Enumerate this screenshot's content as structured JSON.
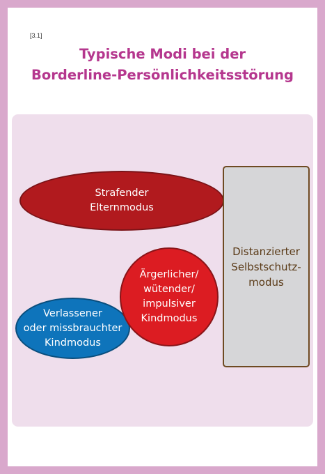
{
  "figure": {
    "number": "[3.1]",
    "title": "Typische Modi bei der\nBorderline-Persönlichkeitsstörung"
  },
  "modes": {
    "strafend": "Strafender\nElternmodus",
    "aerger": "Ärgerlicher/\nwütender/\nimpulsiver\nKindmodus",
    "verlassen": "Verlassener\noder missbrauchter\nKindmodus",
    "distanz": "Distanzierter\nSelbstschutz-\nmodus"
  },
  "colors": {
    "title": "#b5378e",
    "frame": "#d9a8cc",
    "panel": "#efdeec",
    "strafend": "#b11a1e",
    "aerger": "#dc1c22",
    "verlassen": "#0e74bb",
    "distanz": "#d6d6d8",
    "distanz_text": "#5a3a17"
  }
}
